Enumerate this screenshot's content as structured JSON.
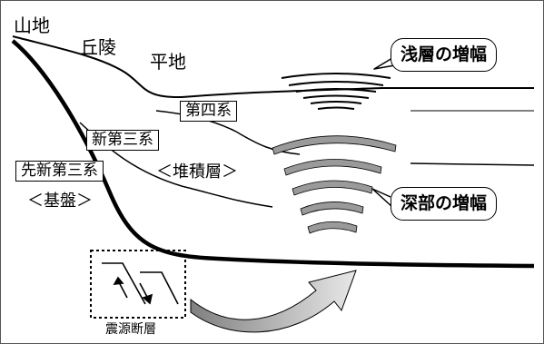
{
  "terrain": {
    "mountain": "山地",
    "hill": "丘陵",
    "plain": "平地"
  },
  "layers": {
    "quaternary": "第四系",
    "neogene": "新第三系",
    "pre_neogene": "先新第三系",
    "basement": "＜基盤＞",
    "sediment": "＜堆積層＞"
  },
  "callouts": {
    "shallow": "浅層の増幅",
    "deep": "深部の増幅"
  },
  "fault": {
    "label": "震源断層"
  },
  "colors": {
    "wave_fill": "#9a9a9a",
    "arrow_fill_dark": "#808080",
    "arrow_fill_light": "#e8e8e8"
  }
}
